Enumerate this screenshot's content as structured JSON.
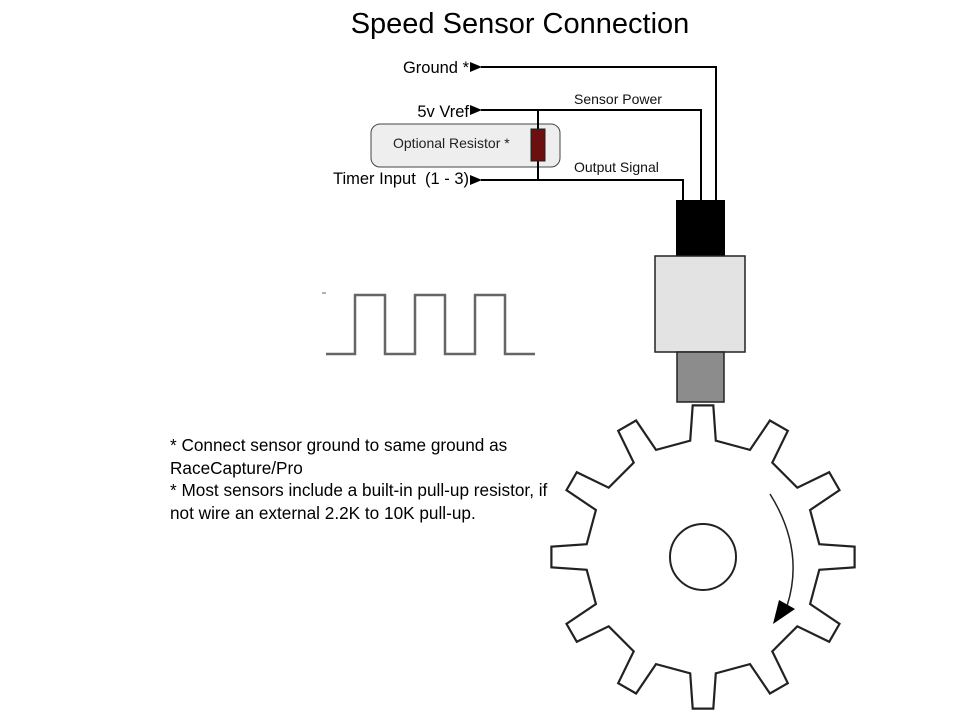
{
  "title": "Speed Sensor Connection",
  "labels": {
    "ground": "Ground *",
    "vref": "5v Vref",
    "timer_input": "Timer Input  (1 - 3)",
    "optional_resistor": "Optional Resistor *",
    "sensor_power": "Sensor Power",
    "output_signal": "Output Signal"
  },
  "notes": [
    "* Connect sensor ground to same ground as RaceCapture/Pro",
    "* Most sensors include a built-in pull-up resistor, if not wire an external 2.2K to 10K pull-up."
  ],
  "colors": {
    "resistor": "#6b0f0f",
    "resistor_box": "#eeeeee",
    "sensor_connector": "#000000",
    "sensor_body": "#e3e3e3",
    "sensor_tip": "#8c8c8c"
  }
}
